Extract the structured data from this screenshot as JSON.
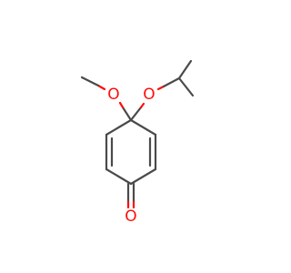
{
  "molecule": {
    "atoms": {
      "o_methoxy": {
        "symbol": "O"
      },
      "o_isopropoxy": {
        "symbol": "O"
      },
      "o_carbonyl": {
        "symbol": "O"
      }
    },
    "colors": {
      "bond": "#4a4a4a",
      "oxygen": "#ff0d0d",
      "background": "#ffffff"
    }
  }
}
